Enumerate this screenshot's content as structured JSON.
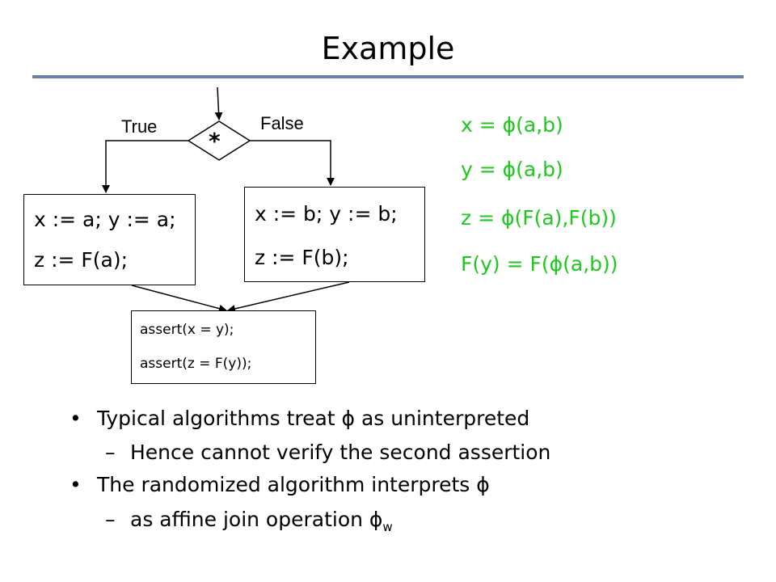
{
  "title": "Example",
  "flow": {
    "branch_symbol": "*",
    "true_label": "True",
    "false_label": "False",
    "left_box": [
      "x := a; y := a;",
      "z := F(a);"
    ],
    "right_box": [
      "x := b; y := b;",
      "z := F(b);"
    ],
    "assert_box": [
      "assert(x = y);",
      "assert(z = F(y));"
    ]
  },
  "equations": [
    "x = ϕ(a,b)",
    "y = ϕ(a,b)",
    "z = ϕ(F(a),F(b))",
    "F(y) = F(ϕ(a,b))"
  ],
  "bullets": [
    {
      "marker": "•",
      "text": "Typical algorithms treat ϕ as uninterpreted"
    },
    {
      "marker": "–",
      "text": "Hence cannot verify the second assertion"
    },
    {
      "marker": "•",
      "text": "The randomized algorithm interprets ϕ"
    },
    {
      "marker": "–",
      "text": "as affine join operation ϕ",
      "subscript": "w"
    }
  ],
  "colors": {
    "equations": "#1ec81e",
    "title_rule": "#6b7fa8"
  }
}
